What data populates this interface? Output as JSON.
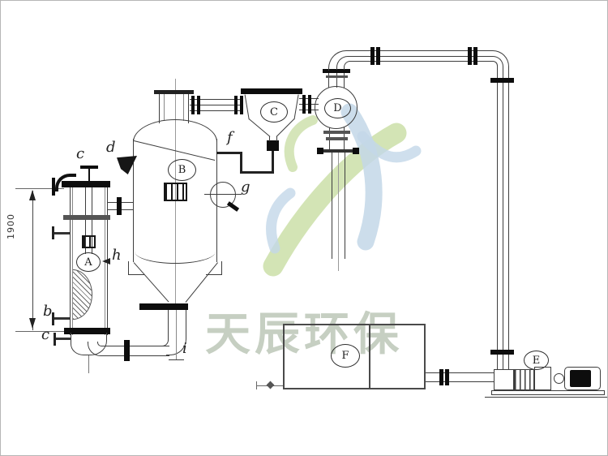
{
  "diagram": {
    "dimension_label": "1900",
    "watermark_text": "天辰环保",
    "equipment_tags": {
      "A": "A",
      "B": "B",
      "C": "C",
      "D": "D",
      "E": "E",
      "F": "F"
    },
    "point_labels": {
      "c_top": "c",
      "d": "d",
      "b": "b",
      "c_bottom": "c",
      "h": "h",
      "f": "f",
      "g": "g",
      "i": "i"
    },
    "colors": {
      "line": "#3d3d3d",
      "flange": "#0d0d0d",
      "logo_green": "#cbdfa8",
      "logo_blue": "#c3d7e8",
      "watermark_text": "#c6cfc2",
      "border": "#b6b6b6",
      "background": "#ffffff"
    }
  }
}
